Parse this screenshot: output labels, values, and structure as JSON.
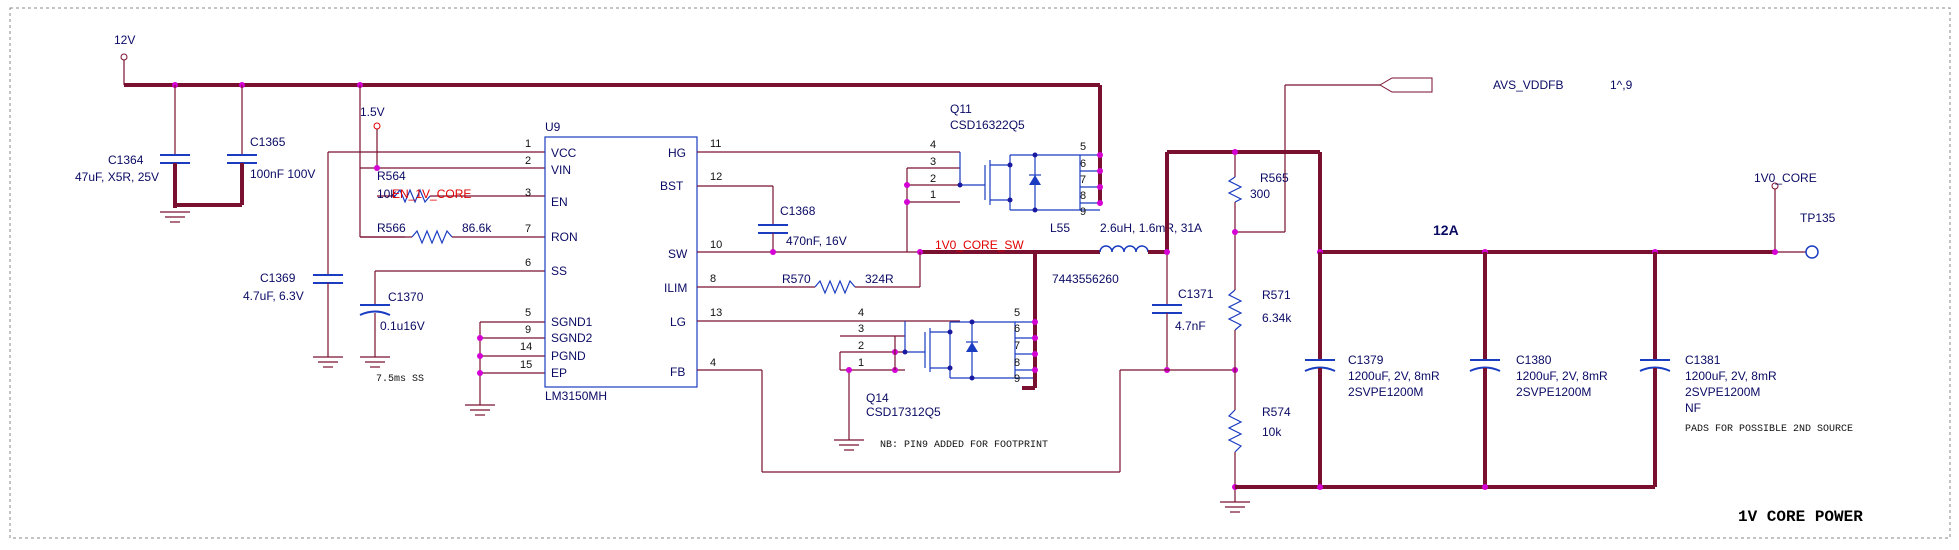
{
  "title": "1V CORE POWER",
  "nets": {
    "v12": "12V",
    "v15": "1.5V",
    "avs": "AVS_VDDFB",
    "avs_ref": "1^,9",
    "v1core": "1V0_CORE",
    "tp": "TP135",
    "sw_net": "1V0_CORE_SW",
    "en_net": "EN_1V_CORE",
    "current": "12A"
  },
  "ic": {
    "ref": "U9",
    "part": "LM3150MH",
    "left_pins": [
      {
        "num": "1",
        "name": "VCC"
      },
      {
        "num": "2",
        "name": "VIN"
      },
      {
        "num": "3",
        "name": "EN"
      },
      {
        "num": "7",
        "name": "RON"
      },
      {
        "num": "6",
        "name": "SS"
      },
      {
        "num": "5",
        "name": "SGND1"
      },
      {
        "num": "9",
        "name": "SGND2"
      },
      {
        "num": "14",
        "name": "PGND"
      },
      {
        "num": "15",
        "name": "EP"
      }
    ],
    "right_pins": [
      {
        "num": "11",
        "name": "HG"
      },
      {
        "num": "12",
        "name": "BST"
      },
      {
        "num": "10",
        "name": "SW"
      },
      {
        "num": "8",
        "name": "ILIM"
      },
      {
        "num": "13",
        "name": "LG"
      },
      {
        "num": "4",
        "name": "FB"
      }
    ]
  },
  "components": {
    "c1364": {
      "ref": "C1364",
      "value": "47uF, X5R, 25V"
    },
    "c1365": {
      "ref": "C1365",
      "value": "100nF 100V"
    },
    "r564": {
      "ref": "R564",
      "value": "10k"
    },
    "r566": {
      "ref": "R566",
      "value": "86.6k"
    },
    "c1369": {
      "ref": "C1369",
      "value": "4.7uF, 6.3V"
    },
    "c1370": {
      "ref": "C1370",
      "value": "0.1u16V"
    },
    "ss_note": "7.5ms SS",
    "c1368": {
      "ref": "C1368",
      "value": "470nF, 16V"
    },
    "r570": {
      "ref": "R570",
      "value": "324R"
    },
    "q11": {
      "ref": "Q11",
      "part": "CSD16322Q5"
    },
    "q14": {
      "ref": "Q14",
      "part": "CSD17312Q5"
    },
    "l55": {
      "ref": "L55",
      "value": "2.6uH, 1.6mR, 31A",
      "part": "7443556260"
    },
    "c1371": {
      "ref": "C1371",
      "value": "4.7nF"
    },
    "r565": {
      "ref": "R565",
      "value": "300"
    },
    "r571": {
      "ref": "R571",
      "value": "6.34k"
    },
    "r574": {
      "ref": "R574",
      "value": "10k"
    },
    "c1379": {
      "ref": "C1379",
      "value": "1200uF, 2V, 8mR",
      "part": "2SVPE1200M"
    },
    "c1380": {
      "ref": "C1380",
      "value": "1200uF, 2V, 8mR",
      "part": "2SVPE1200M"
    },
    "c1381": {
      "ref": "C1381",
      "value": "1200uF, 2V, 8mR",
      "part": "2SVPE1200M",
      "fit": "NF",
      "note": "PADS FOR POSSIBLE 2ND SOURCE"
    }
  },
  "fet_pins": {
    "gate": "4",
    "sources": [
      "3",
      "2",
      "1"
    ],
    "drains": [
      "5",
      "6",
      "7",
      "8",
      "9"
    ]
  },
  "note_pin9": "NB: PIN9 ADDED FOR FOOTPRINT"
}
